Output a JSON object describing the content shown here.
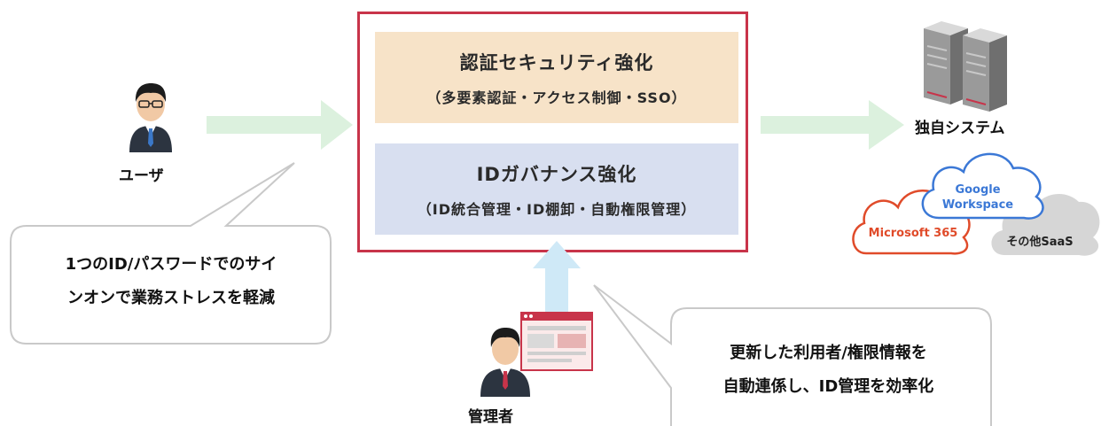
{
  "center": {
    "auth_title": "認証セキュリティ強化",
    "auth_sub": "（多要素認証・アクセス制御・SSO）",
    "gov_title": "IDガバナンス強化",
    "gov_sub": "（ID統合管理・ID棚卸・自動権限管理）"
  },
  "user": {
    "label": "ユーザ",
    "icon": "user-icon"
  },
  "admin": {
    "label": "管理者",
    "icon": "admin-icon"
  },
  "system": {
    "label": "独自システム",
    "icon": "server-icon"
  },
  "bubble_user": {
    "line1": "1つのID/パスワードでのサイ",
    "line2": "ンオンで業務ストレスを軽減"
  },
  "bubble_admin": {
    "line1": "更新した利用者/権限情報を",
    "line2": "自動連係し、ID管理を効率化"
  },
  "clouds": {
    "google": {
      "line1": "Google",
      "line2": "Workspace"
    },
    "microsoft": "Microsoft 365",
    "other": "その他SaaS"
  },
  "colors": {
    "frame": "#c8344a",
    "auth_panel": "#f7e3c8",
    "gov_panel": "#d8dff0",
    "arrow_green": "#dcf1de",
    "arrow_blue": "#cfe9f7",
    "google_blue": "#3b78d6",
    "microsoft_orange": "#e04b2a"
  }
}
